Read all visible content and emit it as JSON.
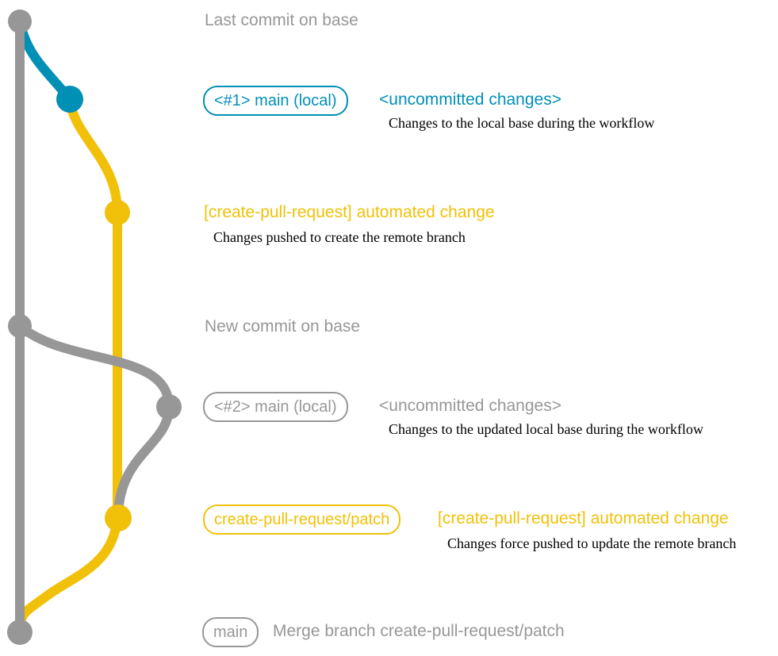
{
  "colors": {
    "gray": "#979797",
    "blue": "#008fb5",
    "yellow": "#f1c109",
    "ink": "#000000"
  },
  "graph": {
    "type": "git-branch-diagram",
    "branches": [
      {
        "name": "base",
        "color_key": "gray"
      },
      {
        "name": "main (local)",
        "color_key": "blue"
      },
      {
        "name": "create-pull-request/patch",
        "color_key": "yellow"
      }
    ],
    "commits": [
      {
        "id": "base-top",
        "branch": "base",
        "color_key": "gray",
        "caption": "Last commit on base"
      },
      {
        "id": "main-local-1",
        "branch": "main (local)",
        "color_key": "blue",
        "caption": "<uncommitted changes>"
      },
      {
        "id": "patch-1",
        "branch": "create-pull-request/patch",
        "color_key": "yellow",
        "caption": "[create-pull-request] automated change"
      },
      {
        "id": "base-new",
        "branch": "base",
        "color_key": "gray",
        "caption": "New commit on base"
      },
      {
        "id": "main-local-2",
        "branch": "main (local)",
        "color_key": "gray",
        "caption": "<uncommitted changes>"
      },
      {
        "id": "patch-2",
        "branch": "create-pull-request/patch",
        "color_key": "yellow",
        "caption": "[create-pull-request] automated change"
      },
      {
        "id": "base-merge",
        "branch": "base",
        "color_key": "gray",
        "caption": "Merge branch create-pull-request/patch"
      }
    ]
  },
  "annotations": {
    "last_commit_title": "Last commit on base",
    "row1": {
      "box": "<#1> main (local)",
      "title": "<uncommitted changes>",
      "desc": "Changes to the local base during the workflow"
    },
    "row_push": {
      "title": "[create-pull-request] automated change",
      "desc": "Changes pushed to create the remote branch"
    },
    "new_commit_title": "New commit on base",
    "row2": {
      "box": "<#2> main (local)",
      "title": "<uncommitted changes>",
      "desc": "Changes to the updated local base during the workflow"
    },
    "row_patch": {
      "box": "create-pull-request/patch",
      "title": "[create-pull-request] automated change",
      "desc": "Changes force pushed to update the remote branch"
    },
    "row_merge": {
      "box": "main",
      "title": "Merge branch create-pull-request/patch"
    }
  }
}
